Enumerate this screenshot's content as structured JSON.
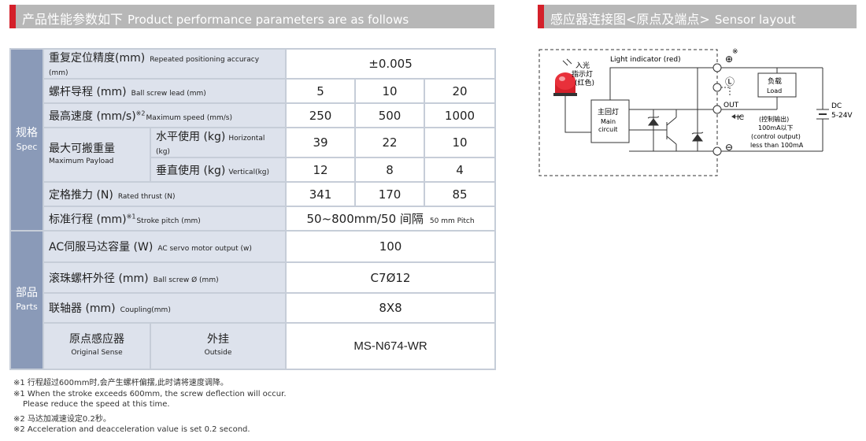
{
  "left_header": {
    "cn": "产品性能参数如下",
    "en": "Product performance parameters are as follows"
  },
  "right_header": {
    "cn": "感应器连接图<原点及端点>",
    "en": "Sensor layout"
  },
  "spec_section": {
    "cn": "规格",
    "en": "Spec"
  },
  "parts_section": {
    "cn": "部品",
    "en": "Parts"
  },
  "rows": {
    "repeat": {
      "cn": "重复定位精度(mm)",
      "en": "Repeated positioning accuracy (mm)",
      "value": "±0.005"
    },
    "lead": {
      "cn": "螺杆导程 (mm)",
      "en": "Ball screw lead (mm)",
      "values": [
        "5",
        "10",
        "20"
      ]
    },
    "speed": {
      "cn": "最高速度 (mm/s)",
      "sup": "※2",
      "en": "Maximum speed (mm/s)",
      "values": [
        "250",
        "500",
        "1000"
      ]
    },
    "payload": {
      "cn": "最大可搬重量",
      "en": "Maximum Payload",
      "horizontal": {
        "cn": "水平使用 (kg)",
        "en": "Horizontal (kg)",
        "values": [
          "39",
          "22",
          "10"
        ]
      },
      "vertical": {
        "cn": "垂直使用 (kg)",
        "en": "Vertical(kg)",
        "values": [
          "12",
          "8",
          "4"
        ]
      }
    },
    "thrust": {
      "cn": "定格推力 (N)",
      "en": "Rated thrust (N)",
      "values": [
        "341",
        "170",
        "85"
      ]
    },
    "stroke": {
      "cn": "标准行程 (mm)",
      "sup": "※1",
      "en": "Stroke pitch (mm)",
      "value": "50~800mm/50 间隔",
      "value_en": "50 mm Pitch"
    },
    "motor": {
      "cn": "AC伺服马达容量 (W)",
      "en": "AC servo motor output (w)",
      "value": "100"
    },
    "screw": {
      "cn": "滚珠螺杆外径 (mm)",
      "en": "Ball screw Ø (mm)",
      "value": "C7Ø12"
    },
    "coupling": {
      "cn": "联轴器 (mm)",
      "en": "Coupling(mm)",
      "value": "8X8"
    },
    "origin": {
      "cn": "原点感应器",
      "en": "Original Sense",
      "mount_cn": "外挂",
      "mount_en": "Outside",
      "value": "MS-N674-WR"
    }
  },
  "notes": [
    "※1 行程超过600mm时,会产生螺杆偏摆,此时请将速度调降。",
    "※1 When the stroke exceeds 600mm, the screw deflection will occur.",
    "Please reduce the speed at this time.",
    "※2 马达加减速设定0.2秒。",
    "※2 Acceleration and deacceleration value is set 0.2 second."
  ],
  "diagram": {
    "light_in": "入光",
    "indicator_cn": "指示灯",
    "indicator_color": "(红色)",
    "light_indicator": "Light indicator (red)",
    "note_mark": "※",
    "plus": "⊕",
    "l_mark": "Ⓛ",
    "minus": "⊖",
    "out": "OUT",
    "ic": "IC",
    "main_cn": "主回灯",
    "main_en1": "Main",
    "main_en2": "circuit",
    "load_cn": "负载",
    "load_en": "Load",
    "dc": "DC",
    "dc_v": "5-24V",
    "ctrl_cn": "(控制输出)",
    "ctrl_ma": "100mA以下",
    "ctrl_en": "(control output)",
    "ctrl_less": "less than 100mA",
    "accent": "#d4202a"
  }
}
